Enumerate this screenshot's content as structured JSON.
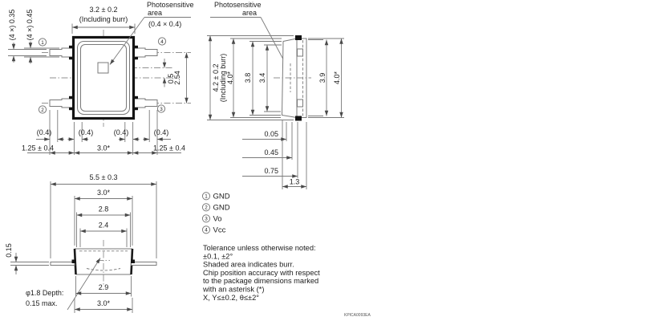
{
  "doc_code": "KPICA0093EA",
  "top_view": {
    "width": "3.2 ± 0.2",
    "width_note": "(Including burr)",
    "photo1": "Photosensitive",
    "photo2": "area",
    "photo_size": "(0.4 × 0.4)",
    "lead_tip": "(4 ×) 0.35",
    "lead_base": "(4 ×) 0.45",
    "pitch": "2.54",
    "chip_offset": "0.5",
    "w04_1": "(0.4)",
    "w04_2": "(0.4)",
    "w04_3": "(0.4)",
    "w04_4": "(0.4)",
    "lead_len_l": "1.25 ± 0.4",
    "span": "3.0*",
    "lead_len_r": "1.25 ± 0.4",
    "pin1": "1",
    "pin2": "2",
    "pin3": "3",
    "pin4": "4"
  },
  "side_view": {
    "photo1": "Photosensitive",
    "photo2": "area",
    "h_total": "4.2 ± 0.2",
    "h_total_note": "(Including burr)",
    "h_pkg": "4.0*",
    "h_cavity": "3.8",
    "h_inner": "3.4",
    "h_back": "3.9",
    "h_back2": "4.0*",
    "o1": "0.05",
    "o2": "0.45",
    "o3": "0.75",
    "depth": "1.3"
  },
  "bottom_view": {
    "w_total": "5.5 ± 0.3",
    "w_span_top": "3.0*",
    "w_cavity": "2.8",
    "w_top": "2.4",
    "lead_thk": "0.15",
    "w_body": "2.9",
    "w_span_bottom": "3.0*",
    "recess1": "φ1.8 Depth:",
    "recess2": "0.15 max."
  },
  "pin_list": [
    {
      "num": "1",
      "label": "GND"
    },
    {
      "num": "2",
      "label": "GND"
    },
    {
      "num": "3",
      "label": "Vo"
    },
    {
      "num": "4",
      "label": "Vcc"
    }
  ],
  "notes": [
    "Tolerance unless otherwise noted:",
    "±0.1, ±2°",
    "Shaded area indicates burr.",
    "Chip position accuracy with respect",
    "to the package dimensions marked",
    "with an asterisk (*)",
    "X, Y≤±0.2, θ≤±2°"
  ]
}
